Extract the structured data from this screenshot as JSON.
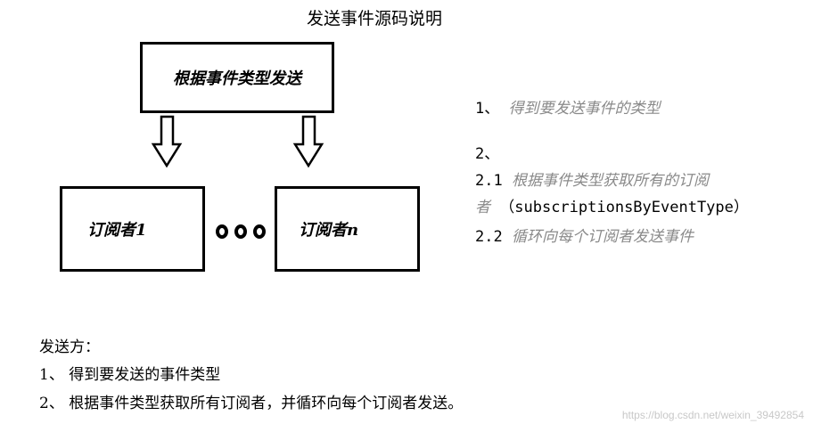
{
  "title": "发送事件源码说明",
  "diagram": {
    "top_box": "根据事件类型发送",
    "sub_box_1": "订阅者1",
    "sub_box_n": "订阅者n"
  },
  "notes": {
    "step1_num": "1、",
    "step1_text": "得到要发送事件的类型",
    "step2_num": "2、",
    "step2_1_num": "2.1",
    "step2_1_text_a": "根据事件类型获取所有的订阅",
    "step2_1_text_b": "者",
    "step2_1_code": "（subscriptionsByEventType）",
    "step2_2_num": "2.2",
    "step2_2_text": "循环向每个订阅者发送事件"
  },
  "summary": {
    "heading": "发送方：",
    "line1": "1、 得到要发送的事件类型",
    "line2": "2、 根据事件类型获取所有订阅者，并循环向每个订阅者发送。"
  },
  "watermark": "https://blog.csdn.net/weixin_39492854"
}
